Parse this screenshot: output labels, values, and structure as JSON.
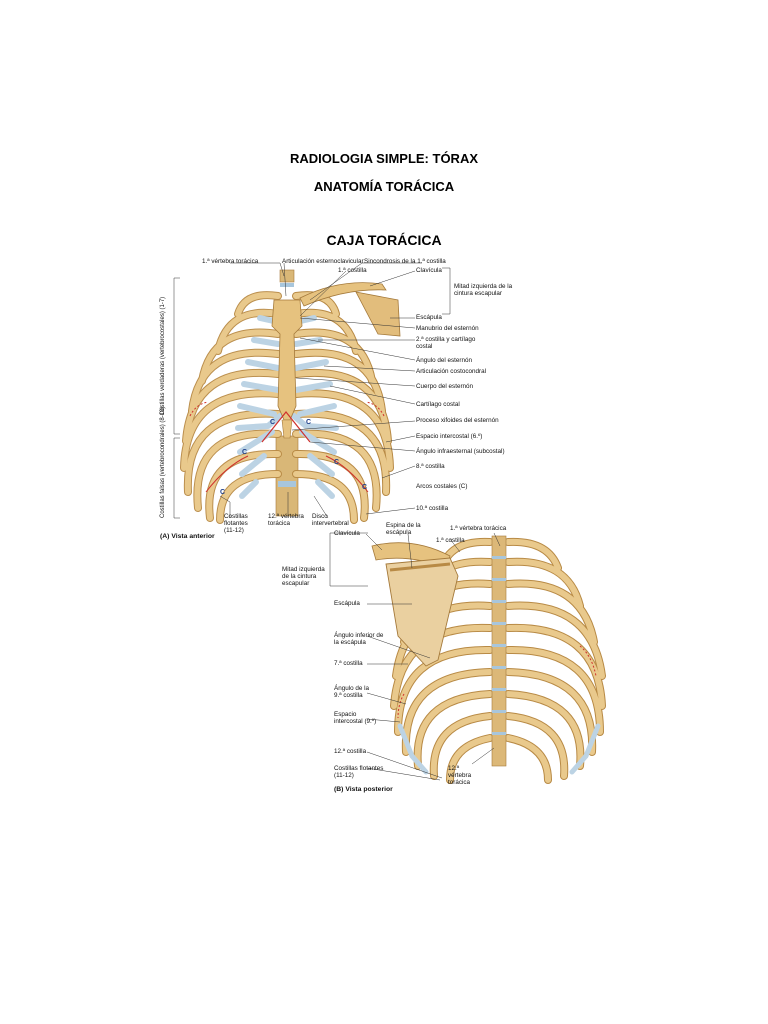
{
  "document": {
    "title": "RADIOLOGIA SIMPLE: TÓRAX",
    "subtitle": "ANATOMÍA TORÁCICA",
    "section": "CAJA TORÁCICA"
  },
  "figure_anterior": {
    "caption": "(A) Vista anterior",
    "top_labels": [
      "1.ª vértebra torácica",
      "Articulación esternoclavicular",
      "Sincondrosis de la 1.ª costilla"
    ],
    "right_labels": [
      "1.ª costilla",
      "Clavícula",
      "Mitad izquierda de la cintura escapular",
      "Escápula",
      "Manubrio del esternón",
      "2.ª costilla y cartílago costal",
      "Ángulo del esternón",
      "Articulación costocondral",
      "Cuerpo del esternón",
      "Cartílago costal",
      "Proceso xifoides del esternón",
      "Espacio intercostal (6.º)",
      "Ángulo infraesternal (subcostal)",
      "8.ª costilla",
      "Arcos costales (C)",
      "10.ª costilla"
    ],
    "bottom_labels": [
      "Costillas flotantes (11-12)",
      "12.ª vértebra torácica",
      "Disco intervertebral"
    ],
    "side_labels": [
      "Costillas verdaderas (vertebrocostales) (1-7)",
      "Costillas falsas (vertebrocondrales) (8-10)"
    ],
    "arch_mark": "C"
  },
  "figure_posterior": {
    "caption": "(B) Vista posterior",
    "labels": [
      "Clavícula",
      "Espina de la escápula",
      "1.ª vértebra torácica",
      "1.ª costilla",
      "Mitad izquierda de la cintura escapular",
      "Escápula",
      "Ángulo inferior de la escápula",
      "7.ª costilla",
      "Ángulo de la 9.ª costilla",
      "Espacio intercostal (9.º)",
      "12.ª costilla",
      "Costillas flotantes (11-12)",
      "12.ª vértebra torácica"
    ]
  },
  "colors": {
    "bone": "#e9c98c",
    "bone_edge": "#b88a45",
    "cartilage": "#bcd3e4",
    "arch_line": "#d0312d",
    "label_line": "#333333"
  }
}
